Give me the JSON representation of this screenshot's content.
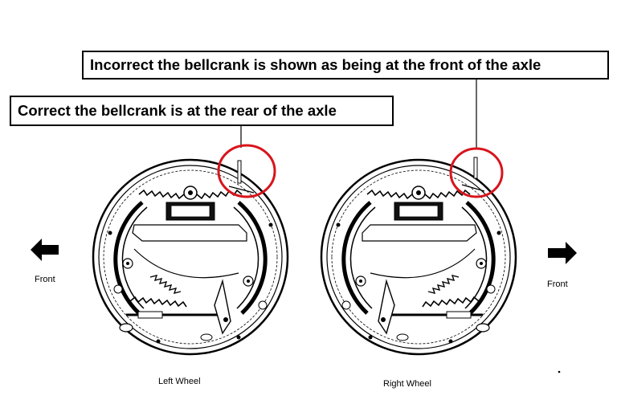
{
  "callouts": {
    "incorrect": "Incorrect the bellcrank is shown as being at the front of the axle",
    "correct": "Correct the bellcrank is at the rear of the axle"
  },
  "labels": {
    "front_left": "Front",
    "front_right": "Front",
    "left_wheel": "Left Wheel",
    "right_wheel": "Right Wheel"
  },
  "icons": {
    "left_arrow": "arrow-left-icon",
    "right_arrow": "arrow-right-icon"
  },
  "colors": {
    "highlight_circle": "#d8141c",
    "line_art": "#000000"
  }
}
